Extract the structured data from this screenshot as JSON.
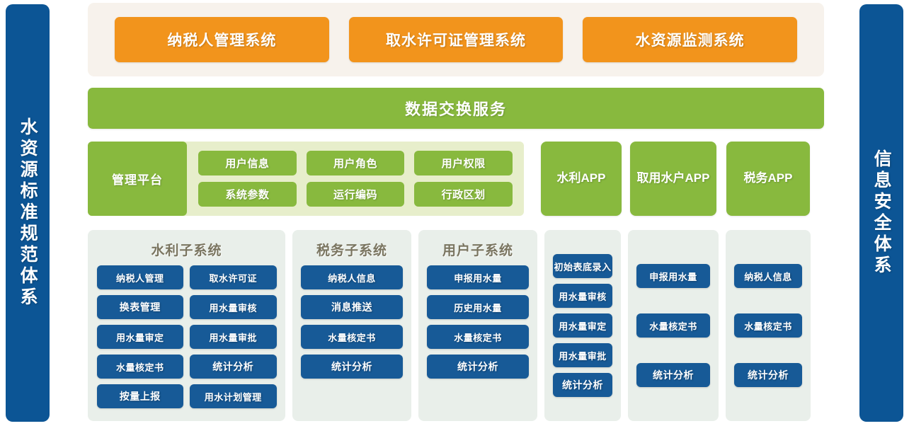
{
  "pillars": {
    "left": "水资源标准规范体系",
    "right": "信息安全体系"
  },
  "top_systems": [
    "纳税人管理系统",
    "取水许可证管理系统",
    "水资源监测系统"
  ],
  "exchange_service": "数据交换服务",
  "platform": {
    "label": "管理平台",
    "cells": [
      "用户信息",
      "用户角色",
      "用户权限",
      "系统参数",
      "运行编码",
      "行政区划"
    ]
  },
  "apps": [
    "水利APP",
    "取用水户APP",
    "税务APP"
  ],
  "subsystems": [
    {
      "title": "水利子系统",
      "layout": "two-col",
      "items": [
        "纳税人管理",
        "取水许可证",
        "换表管理",
        "用水量审核",
        "用水量审定",
        "用水量审批",
        "水量核定书",
        "统计分析",
        "按量上报",
        "用水计划管理"
      ]
    },
    {
      "title": "税务子系统",
      "layout": "one-col",
      "items": [
        "纳税人信息",
        "消息推送",
        "水量核定书",
        "统计分析"
      ]
    },
    {
      "title": "用户子系统",
      "layout": "one-col",
      "items": [
        "申报用水量",
        "历史用水量",
        "水量核定书",
        "统计分析"
      ]
    },
    {
      "title": "",
      "layout": "one-col",
      "items": [
        "初始表底录入",
        "用水量审核",
        "用水量审定",
        "用水量审批",
        "统计分析"
      ]
    },
    {
      "title": "",
      "layout": "one-col",
      "items": [
        "申报用水量",
        "水量核定书",
        "统计分析"
      ]
    },
    {
      "title": "",
      "layout": "one-col",
      "items": [
        "纳税人信息",
        "水量核定书",
        "统计分析"
      ]
    }
  ],
  "colors": {
    "pillar_blue": "#0C5595",
    "orange": "#F2941C",
    "orange_panel": "#F7F2EC",
    "green": "#88B93E",
    "green_panel": "#E7EECB",
    "sub_panel": "#E9EFEA",
    "chip_blue": "#175A97",
    "sub_title_text": "#7A7560"
  }
}
